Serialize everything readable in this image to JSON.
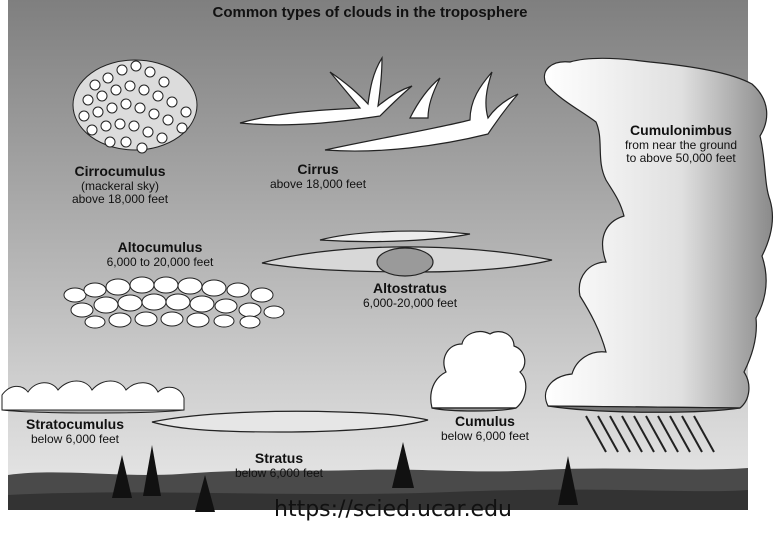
{
  "title": "Common types of clouds in the troposphere",
  "source": "https://scied.ucar.edu",
  "clouds": {
    "cirrocumulus": {
      "name": "Cirrocumulus",
      "line1": "(mackeral sky)",
      "line2": "above 18,000 feet"
    },
    "cirrus": {
      "name": "Cirrus",
      "line1": "above 18,000 feet"
    },
    "cumulonimbus": {
      "name": "Cumulonimbus",
      "line1": "from near the ground",
      "line2": "to above 50,000 feet"
    },
    "altocumulus": {
      "name": "Altocumulus",
      "line1": "6,000 to 20,000 feet"
    },
    "altostratus": {
      "name": "Altostratus",
      "line1": "6,000-20,000 feet"
    },
    "stratocumulus": {
      "name": "Stratocumulus",
      "line1": "below 6,000 feet"
    },
    "stratus": {
      "name": "Stratus",
      "line1": "below 6,000 feet"
    },
    "cumulus": {
      "name": "Cumulus",
      "line1": "below 6,000 feet"
    }
  },
  "colors": {
    "sky_top": "#7f7f7f",
    "sky_bottom": "#e6e6e6",
    "ground": "#4a4a4a",
    "cloud": "#ffffff",
    "cloud_outline": "#222222"
  }
}
